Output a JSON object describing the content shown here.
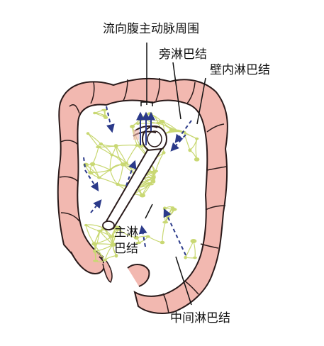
{
  "labels": {
    "aorta_surround": "流向腹主动脉周围",
    "para_nodes": "旁淋巴结",
    "wall_nodes": "壁内淋巴结",
    "main_nodes_line1": "主淋",
    "main_nodes_line2": "巴结",
    "middle_nodes": "中间淋巴结"
  },
  "colors": {
    "colon_fill": "#f2b8b0",
    "colon_outline": "#2a1a1a",
    "lymph": "#c9d873",
    "arrow": "#2b3a8a",
    "vessel_fill": "#ffffff"
  }
}
